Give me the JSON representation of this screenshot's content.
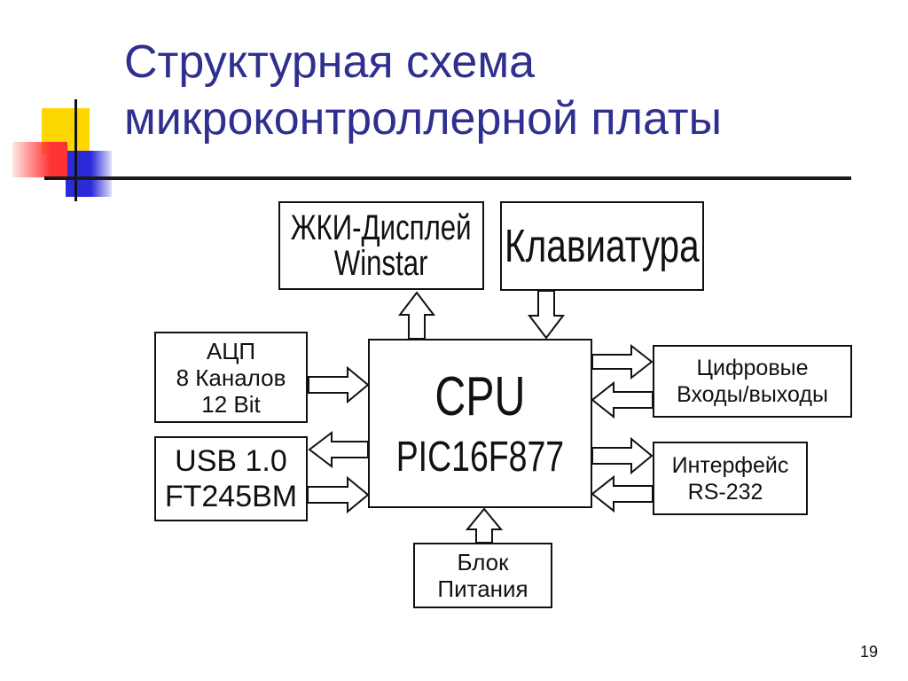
{
  "title": {
    "line1": "Структурная схема",
    "line2": "микроконтроллерной платы"
  },
  "diagram": {
    "lcd": {
      "line1": "ЖКИ-Дисплей",
      "line2": "Winstar"
    },
    "keyboard": {
      "label": "Клавиатура"
    },
    "adc": {
      "line1": "АЦП",
      "line2": "8 Каналов",
      "line3": "12 Bit"
    },
    "usb": {
      "line1": "USB 1.0",
      "line2": "FT245BM"
    },
    "cpu": {
      "line1": "CPU",
      "line2": "PIC16F877"
    },
    "digital_io": {
      "line1": "Цифровые",
      "line2": "Входы/выходы"
    },
    "rs232": {
      "line1": "Интерфейс",
      "line2": "RS-232"
    },
    "power": {
      "line1": "Блок",
      "line2": "Питания"
    }
  },
  "colors": {
    "title": "#2e2f8f",
    "deco_yellow": "#ffd700",
    "deco_red": "#ff3333",
    "deco_blue": "#2b2bd9"
  },
  "page_number": "19"
}
